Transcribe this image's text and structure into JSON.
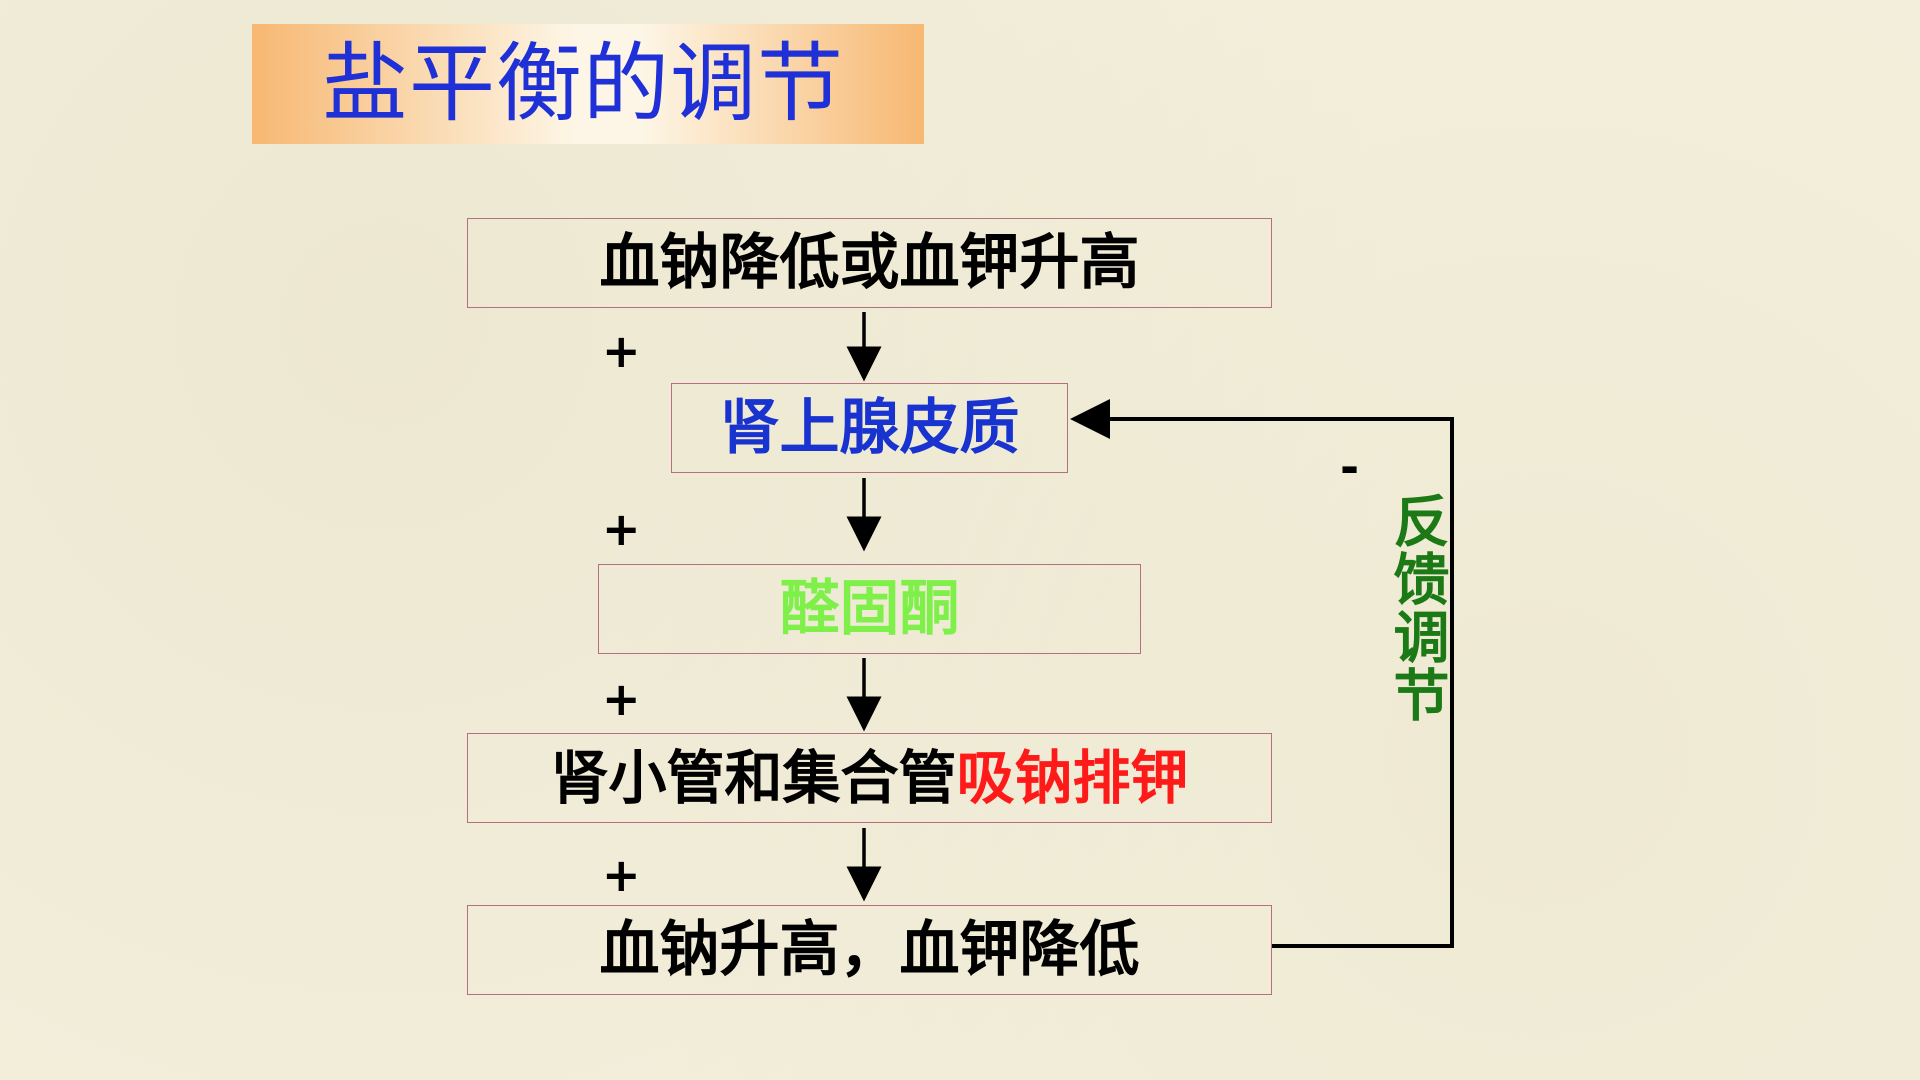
{
  "title": "盐平衡的调节",
  "nodes": {
    "stimulus": "血钠降低或血钾升高",
    "adrenal_cortex": "肾上腺皮质",
    "aldosterone": "醛固酮",
    "tubules_main": "肾小管和集合管",
    "tubules_action": "吸钠排钾",
    "result": "血钠升高，血钾降低"
  },
  "signs": {
    "plus": "+",
    "minus": "-"
  },
  "feedback_label": "反馈调节",
  "colors": {
    "title_text": "#1f30d6",
    "adrenal_text": "#1833cf",
    "aldosterone_text": "#7ff04a",
    "action_text": "#ff1a1a",
    "feedback_text": "#1b7a16",
    "box_border": "#b56f80"
  }
}
